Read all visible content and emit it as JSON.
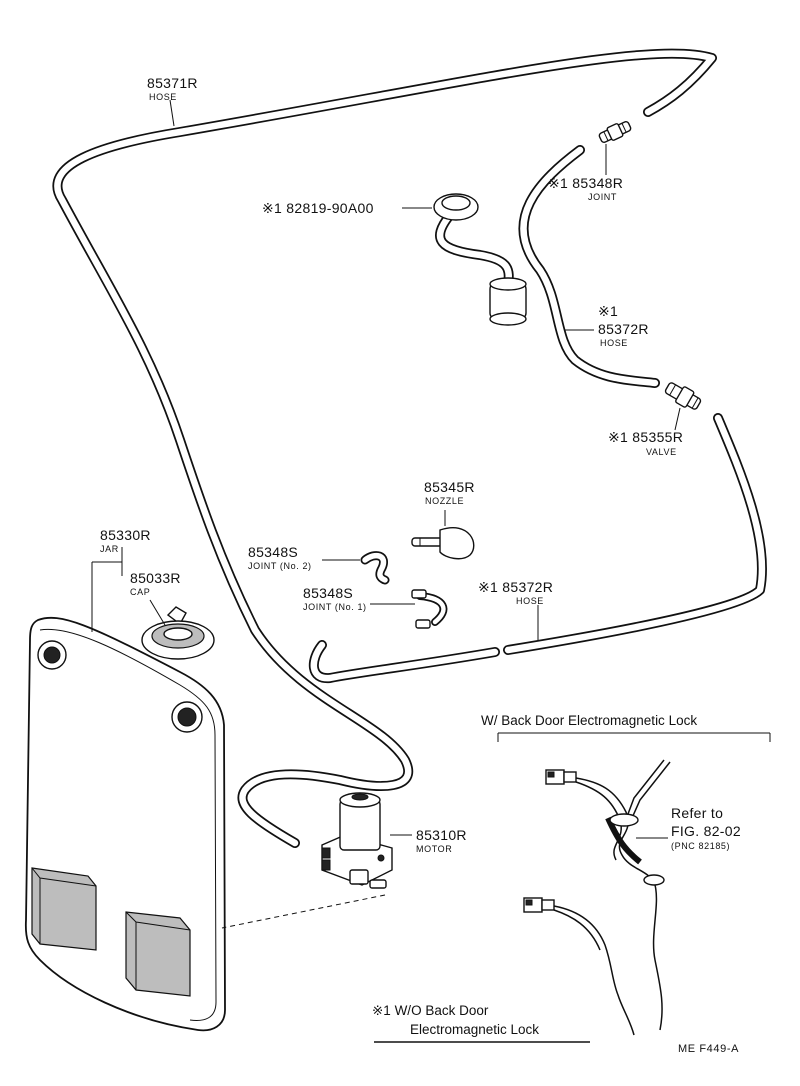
{
  "labels": {
    "hose_main": {
      "part": "85371R",
      "name": "HOSE"
    },
    "elbow": {
      "part": "※1  82819-90A00"
    },
    "joint_top": {
      "part": "※1  85348R",
      "name": "JOINT"
    },
    "hose_upper": {
      "mark": "※1",
      "part": "85372R",
      "name": "HOSE"
    },
    "valve": {
      "part": "※1 85355R",
      "name": "VALVE"
    },
    "nozzle": {
      "part": "85345R",
      "name": "NOZZLE"
    },
    "joint_no2": {
      "part": "85348S",
      "name": "JOINT (No. 2)"
    },
    "joint_no1": {
      "part": "85348S",
      "name": "JOINT (No. 1)"
    },
    "hose_lower": {
      "part": "※1  85372R",
      "name": "HOSE"
    },
    "jar": {
      "part": "85330R",
      "name": "JAR"
    },
    "cap": {
      "part": "85033R",
      "name": "CAP"
    },
    "motor": {
      "part": "85310R",
      "name": "MOTOR"
    }
  },
  "with_lock": {
    "heading": "W/ Back Door Electromagnetic Lock",
    "refer_line1": "Refer to",
    "refer_line2": "FIG. 82-02",
    "refer_pnc": "(PNC 82185)"
  },
  "footnote": {
    "line1": "※1 W/O  Back Door",
    "line2": "Electromagnetic Lock"
  },
  "figure_id": "ME  F449-A"
}
